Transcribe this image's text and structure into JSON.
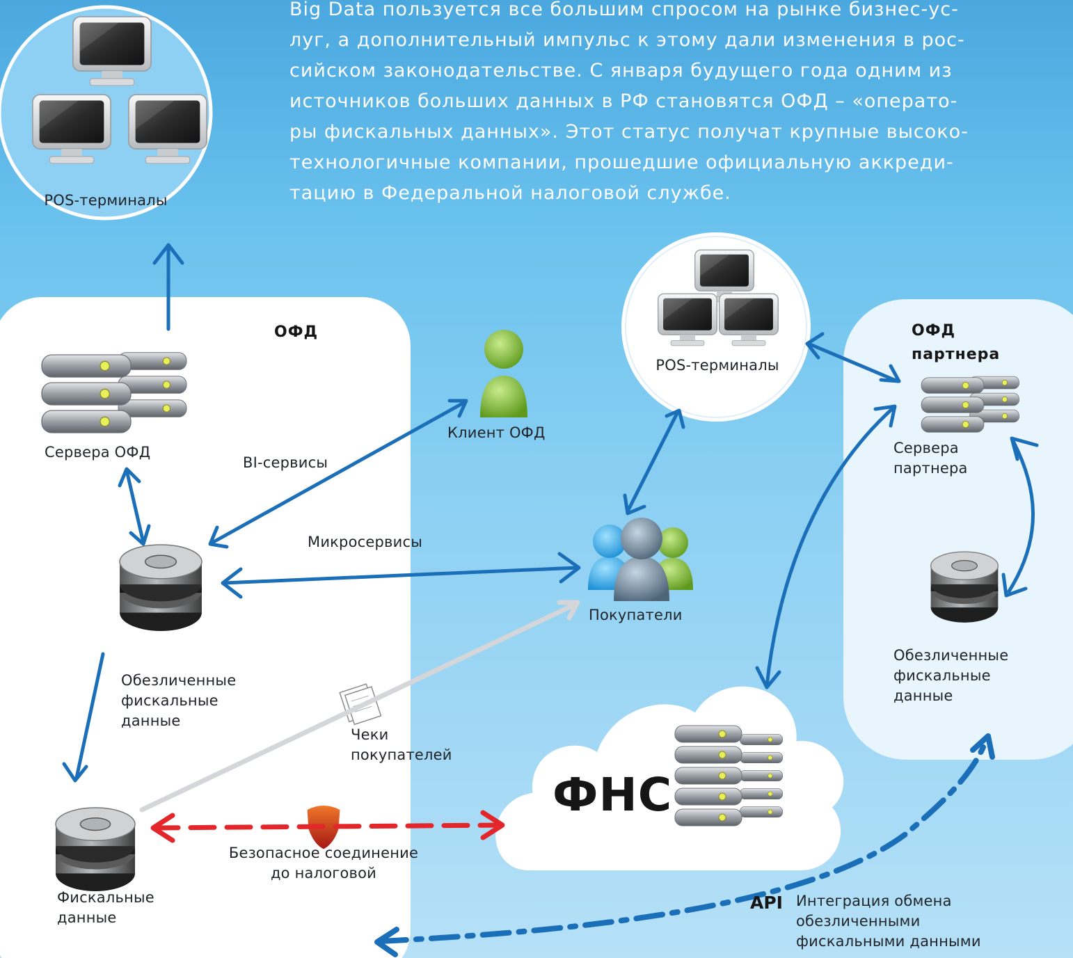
{
  "intro_text": "Big Data пользуется все большим спросом на рынке бизнес-ус- луг, а дополнительный импульс к этому дали изменения в рос- сийском законодательстве. С января будущего года одним из источников больших данных в РФ становятся ОФД – «операто- ры фискальных данных». Этот статус получат крупные высоко- технологичные компании, прошедшие официальную аккреди- тацию в Федеральной налоговой службе.",
  "intro_lines": [
    "Big Data пользуется все большим спросом на рынке бизнес-ус-",
    "луг, а дополнительный импульс к этому дали изменения в рос-",
    "сийском законодательстве. С января будущего года одним из",
    "источников больших данных в РФ становятся ОФД – «операто-",
    "ры фискальных данных». Этот статус получат крупные высоко-",
    "технологичные компании, прошедшие официальную аккреди-",
    "тацию в Федеральной налоговой службе."
  ],
  "nodes": {
    "pos_top": "POS-терминалы",
    "pos_right": "POS-терминалы",
    "ofd_title": "ОФД",
    "ofd_servers": "Сервера ОФД",
    "bi_services": "BI-сервисы",
    "client": "Клиент ОФД",
    "microservices": "Микросервисы",
    "buyers": "Покупатели",
    "anon_data": [
      "Обезличенные",
      "фискальные",
      "данные"
    ],
    "fiscal_data": [
      "Фискальные",
      "данные"
    ],
    "receipts": [
      "Чеки",
      "покупателей"
    ],
    "secure": [
      "Безопасное соединение",
      "до налоговой"
    ],
    "fns": "ФНС",
    "partner_title": [
      "ОФД",
      "партнера"
    ],
    "partner_servers": [
      "Сервера",
      "партнера"
    ],
    "partner_anon": [
      "Обезличенные",
      "фискальные",
      "данные"
    ],
    "api": "API",
    "api_text": [
      "Интеграция обмена",
      "обезличенными",
      "фискальными данными"
    ]
  },
  "colors": {
    "arrow_blue": "#1a6fb8",
    "arrow_red": "#e3262a",
    "arrow_gray": "#d4d6d9",
    "white_panel": "#ffffff",
    "partner_panel": "#e8f5fc"
  }
}
